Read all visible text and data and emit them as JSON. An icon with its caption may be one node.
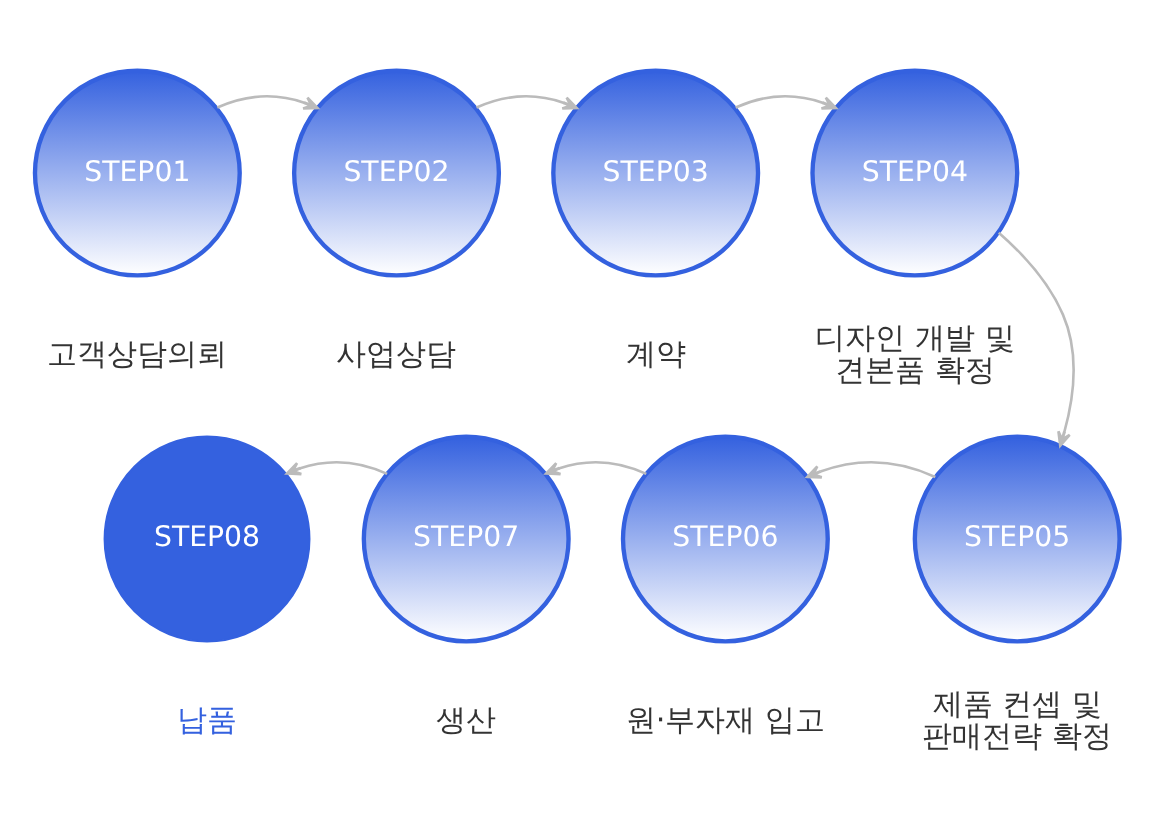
{
  "diagram": {
    "nodes": [
      {
        "text": [
          "STEP01"
        ],
        "beside": [
          "고객상담의뢰"
        ]
      },
      {
        "text": [
          "STEP02"
        ],
        "beside": [
          "사업상담"
        ]
      },
      {
        "text": [
          "STEP03"
        ],
        "beside": [
          "계약"
        ]
      },
      {
        "text": [
          "STEP04"
        ],
        "beside": [
          "디자인 개발 및 견본품 확정"
        ]
      },
      {
        "text": [
          "STEP05"
        ],
        "beside": [
          "제품 컨셉 및 판매전략 확정"
        ]
      },
      {
        "text": [
          "STEP06"
        ],
        "beside": [
          "원·부자재 입고"
        ]
      },
      {
        "text": [
          "STEP07"
        ],
        "beside": [
          "생산"
        ]
      },
      {
        "text": [
          "STEP08"
        ],
        "beside": [
          "납품"
        ]
      }
    ],
    "edges": [
      {
        "from": 0,
        "to": 1,
        "arrow": "to"
      },
      {
        "from": 1,
        "to": 2,
        "arrow": "to"
      },
      {
        "from": 2,
        "to": 3,
        "arrow": "to"
      },
      {
        "from": 3,
        "to": 4,
        "arrow": "to"
      },
      {
        "from": 4,
        "to": 5,
        "arrow": "to"
      },
      {
        "from": 5,
        "to": 6,
        "arrow": "to"
      },
      {
        "from": 6,
        "to": 7,
        "arrow": "to"
      }
    ]
  }
}
